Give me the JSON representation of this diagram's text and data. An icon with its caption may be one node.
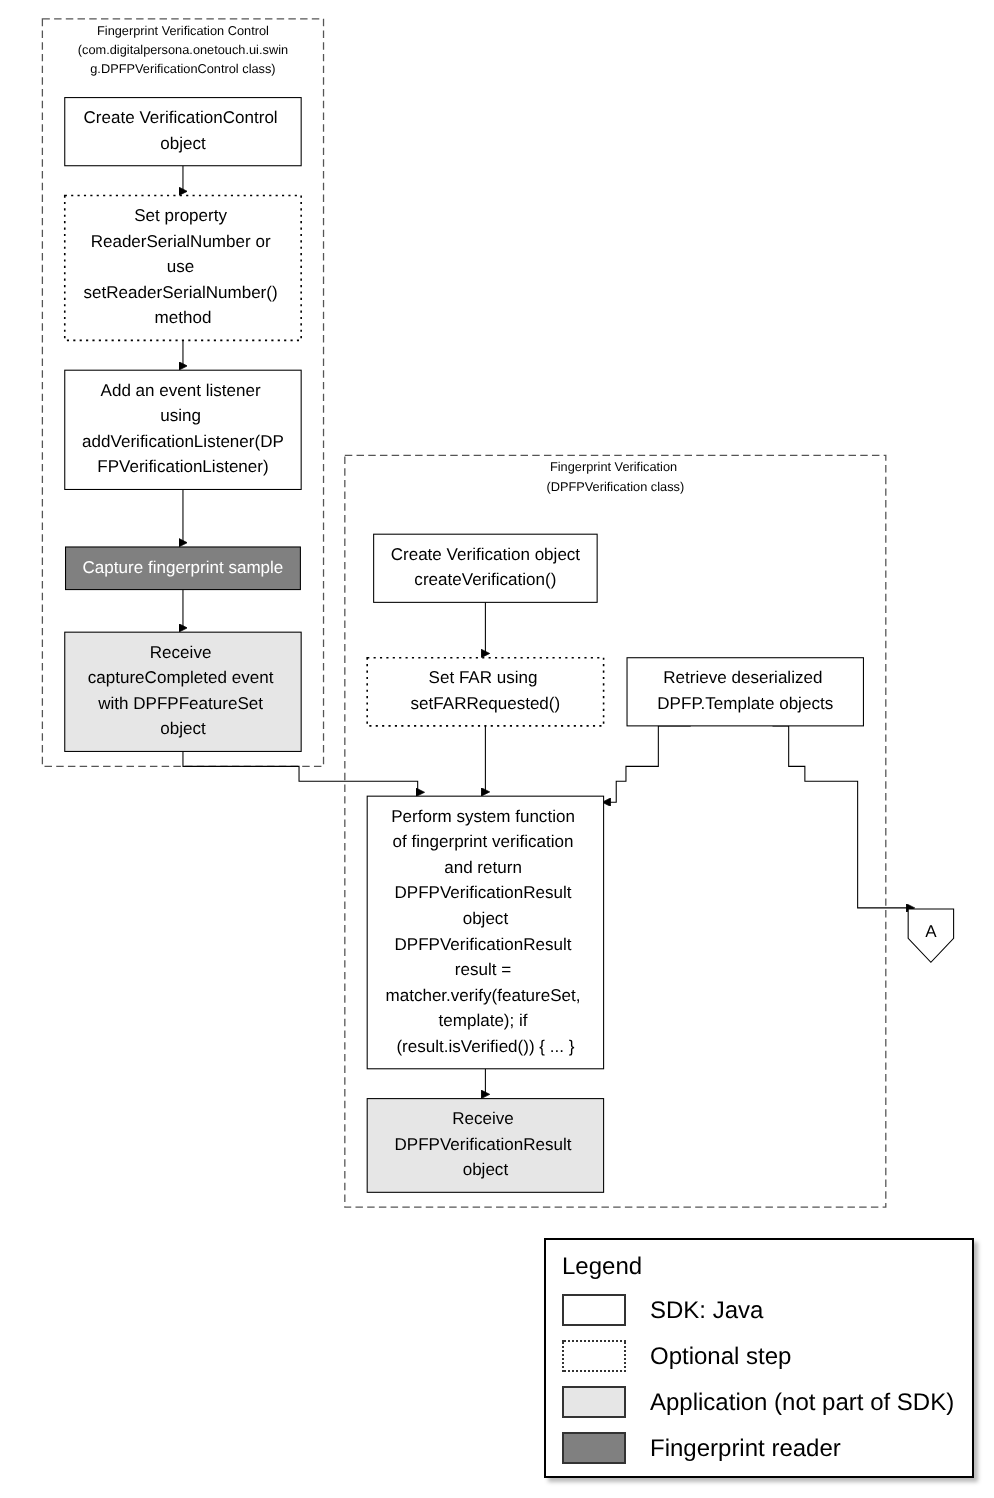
{
  "diagram": {
    "nodes": [
      {
        "text": [
          "Fingerprint Verification Control",
          "(com.digitalpersona.onetouch.ui.swing.DPFPVerificationControl class)"
        ]
      },
      {
        "text": [
          "Create VerificationControl object"
        ],
        "in": 0
      },
      {
        "text": [
          "Set property ReaderSerialNumber or use setReaderSerialNumber() method"
        ],
        "in": 0
      },
      {
        "text": [
          "Add an event listener using addVerificationListener(DPFPVerificationListener)"
        ],
        "in": 0
      },
      {
        "text": [
          "Capture fingerprint sample"
        ],
        "in": 0
      },
      {
        "text": [
          "Receive captureCompleted event with DPFPFeatureSet object"
        ],
        "in": 0
      },
      {
        "text": [
          "Fingerprint Verification (DPFPVerification class)"
        ]
      },
      {
        "text": [
          "Create Verification object",
          "createVerification()"
        ],
        "in": 6
      },
      {
        "text": [
          "Set FAR using setFARRequested()"
        ],
        "in": 6
      },
      {
        "text": [
          "Perform system function of fingerprint verification and return DPFPVerificationResult object",
          "DPFPVerificationResult result = matcher.verify(featureSet, template); if (result.isVerified()) { ... }"
        ],
        "in": 6
      },
      {
        "text": [
          "Receive DPFPVerificationResult object"
        ],
        "in": 6
      },
      {
        "text": [
          "Retrieve deserialized DPFP.Template objects"
        ],
        "in": 6
      },
      {
        "text": [
          "A"
        ]
      }
    ],
    "edges": [
      {
        "from": 1,
        "to": 2,
        "arrow": "to"
      },
      {
        "from": 2,
        "to": 3,
        "arrow": "to"
      },
      {
        "from": 3,
        "to": 4,
        "arrow": "to"
      },
      {
        "from": 4,
        "to": 5,
        "arrow": "to"
      },
      {
        "from": 5,
        "to": 9,
        "arrow": "to"
      },
      {
        "from": 7,
        "to": 8,
        "arrow": "to"
      },
      {
        "from": 8,
        "to": 9,
        "arrow": "to"
      },
      {
        "from": 9,
        "to": 10,
        "arrow": "to"
      },
      {
        "from": 11,
        "to": 9,
        "arrow": "to"
      },
      {
        "from": 11,
        "to": 12,
        "arrow": "to"
      }
    ],
    "labels": [
      "Legend"
    ],
    "legend": [
      {
        "text": "SDK: Java",
        "color": "#ffffff"
      },
      {
        "text": "Optional step"
      },
      {
        "text": "Application (not part of SDK)",
        "color": "#e6e6e6"
      },
      {
        "text": "Fingerprint reader",
        "color": "#808080"
      }
    ]
  }
}
